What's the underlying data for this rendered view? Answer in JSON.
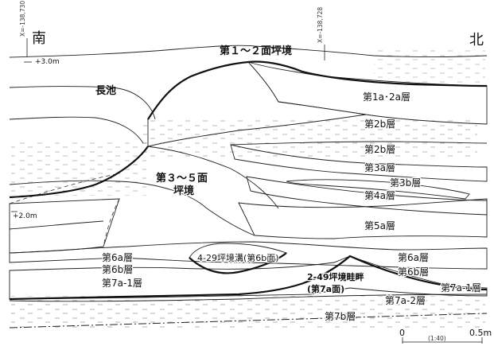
{
  "directions": {
    "south": "南",
    "north": "北"
  },
  "grid_marks": {
    "left": "X=-138,730",
    "right": "X=-138,728"
  },
  "elevations": {
    "upper": "+3.0m",
    "lower": "+2.0m"
  },
  "titles": {
    "surface_1_2": "第１～２面坪境",
    "surface_3_5_line1": "第３～５面",
    "surface_3_5_line2": "坪境",
    "pond": "長池"
  },
  "layers": {
    "l1a2a": "第1a･2a層",
    "l2b_a": "第2b層",
    "l2b_b": "第2b層",
    "l3a": "第3a層",
    "l3b": "第3b層",
    "l4a": "第4a層",
    "l5a": "第5a層",
    "l6a_left": "第6a層",
    "l6b_left": "第6b層",
    "l7a1_left": "第7a-1層",
    "l6a_right": "第6a層",
    "l6b_right": "第6b層",
    "l7a1_right": "第7a-1層",
    "l7a2": "第7a-2層",
    "l7b": "第7b層"
  },
  "features": {
    "ditch": "4-29坪境溝(第6b面)",
    "ridge_line1": "2-49坪境畦畔",
    "ridge_line2": "(第7a面)"
  },
  "scale": {
    "zero": "0",
    "end": "0.5m",
    "ratio": "(1:40)"
  },
  "colors": {
    "dark_fill": "#8a8a8a",
    "light_fill": "#d3d3d3",
    "ink": "#111111"
  }
}
